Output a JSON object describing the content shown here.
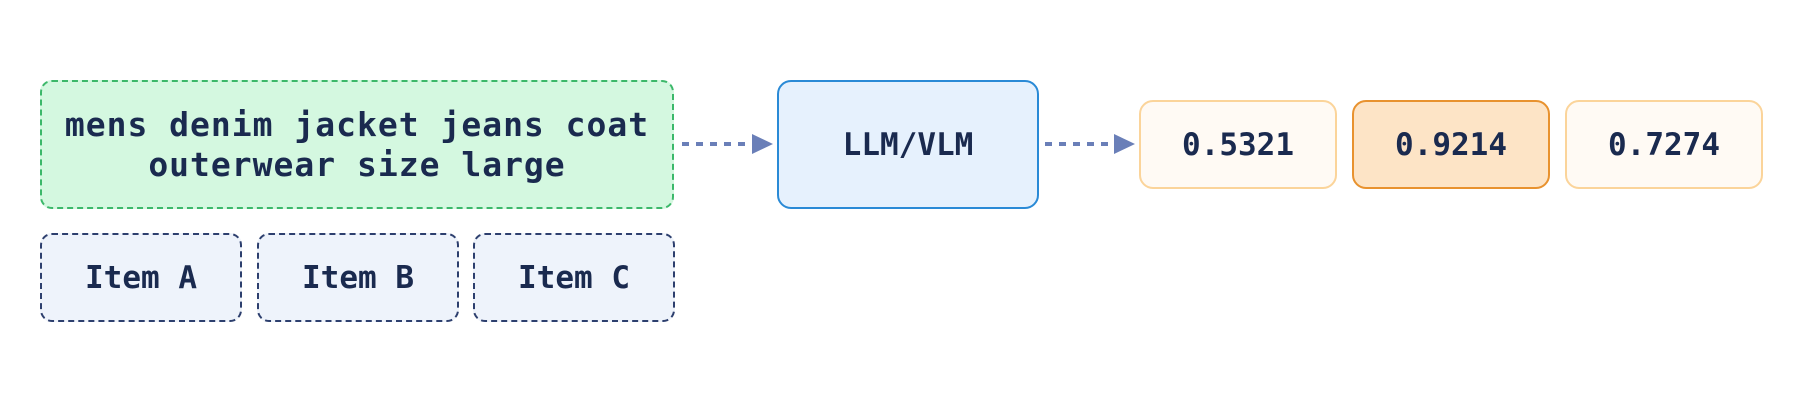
{
  "input": {
    "query_text": "mens denim jacket jeans coat outerwear size large",
    "items": [
      "Item A",
      "Item B",
      "Item C"
    ]
  },
  "model": {
    "label": "LLM/VLM"
  },
  "scores": [
    "0.5321",
    "0.9214",
    "0.7274"
  ],
  "colors": {
    "query_fill": "#d4f8e0",
    "query_border": "#3cb86a",
    "item_fill": "#eef3fb",
    "item_border": "#2d3f6e",
    "model_fill": "#e6f1fd",
    "model_border": "#2a8ad6",
    "score_fill": "#fffaf4",
    "score_border": "#fbd49a",
    "score_highlight_fill": "#fde4c6",
    "score_highlight_border": "#e8922f",
    "arrow": "#6a7fb8",
    "text": "#1a2a4f"
  }
}
